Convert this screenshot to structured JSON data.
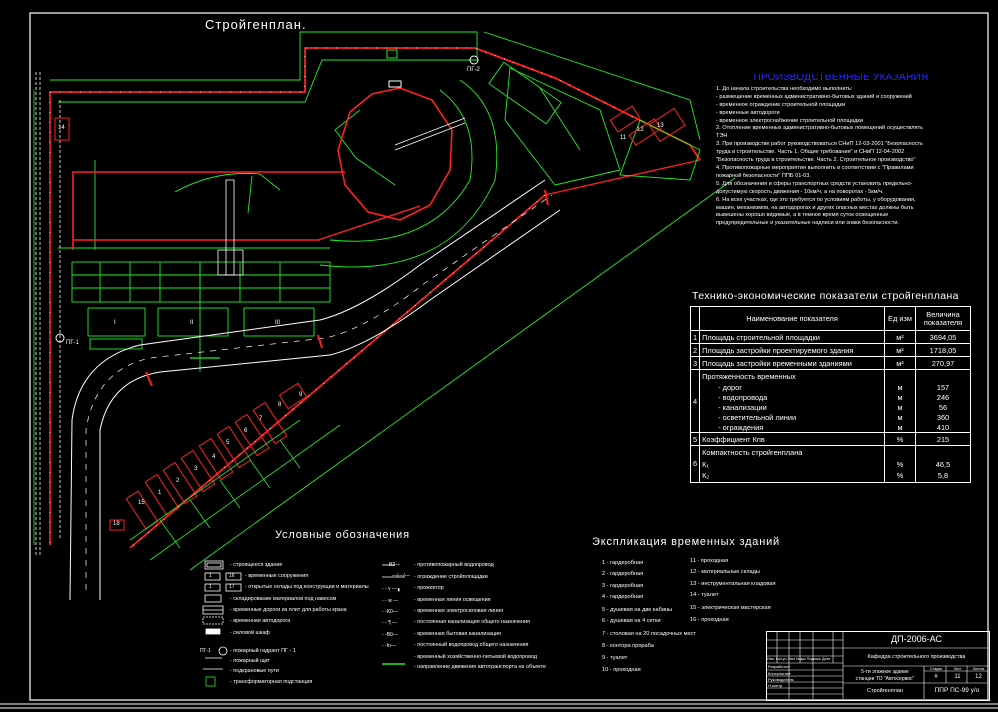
{
  "plan": {
    "title": "Стройгенплан.",
    "labels": {
      "pg1": "ПГ-1",
      "pg2": "ПГ-2",
      "b14": "14",
      "b18": "18",
      "b11": "11",
      "b12": "12",
      "b13": "13",
      "b15": "15",
      "b1": "1",
      "b2": "2",
      "b3": "3",
      "b4": "4",
      "b5": "5",
      "b6": "6",
      "b7": "7",
      "b8": "8",
      "b9": "9",
      "tI": "I",
      "tII": "II",
      "tIII": "III"
    }
  },
  "notes": {
    "title": "ПРОИЗВОДСТВЕННЫЕ УКАЗАНИЯ",
    "lines": [
      "1. До начала строительства необходимо выполнить:",
      "  - размещение временных административно-бытовых зданий и сооружений",
      "  - временное ограждение строительной площадки",
      "  - временные автодороги",
      "  - временное электроснабжение строительной площадки",
      "2. Отопление временных административно-бытовых помещений осуществлять",
      "ТЭН",
      "3. При производстве работ руководствоваться СНиП 12-03-2001 \"Безопасность",
      "труда в строительстве. Часть 1. Общие требования\" и СНиП 12-04-2002",
      "\"Безопасность труда в строительстве. Часть 2. Строительное производство\"",
      "4. Противопожарные мероприятия выполнить в соответствии с \"Правилами",
      "пожарной безопасности\" ППБ 01-03.",
      "5. Для обозначения и сферы транспортных средств установить предельно-",
      "допустимую скорость движения - 10км/ч, а на поворотах - 5км/ч.",
      "6. На всех участках, где это требуется по условиям работы, у оборудования,",
      "машин, механизмов, на автодорогах и других опасных местах должны быть",
      "вывешены хорошо видимые, а в темное время суток освещенные",
      "предупредительные и указательные надписи или знаки безопасности."
    ]
  },
  "tep": {
    "title": "Технико-экономические показатели стройгенплана",
    "headers": [
      "Наименование показателя",
      "Ед изм",
      "Величина показателя"
    ],
    "rows": [
      {
        "n": "1",
        "name": "Площадь строительной площадки",
        "unit": "м²",
        "value": "3694,05"
      },
      {
        "n": "2",
        "name": "Площадь застройки проектируемого здания",
        "unit": "м²",
        "value": "1718,05"
      },
      {
        "n": "3",
        "name": "Площадь застройки временными зданиями",
        "unit": "м²",
        "value": "270,97"
      }
    ],
    "row4": {
      "n": "4",
      "name": "Протяженность временных",
      "items": [
        {
          "name": "- дорог",
          "unit": "м",
          "value": "157"
        },
        {
          "name": "- водопровода",
          "unit": "м",
          "value": "246"
        },
        {
          "name": "- канализации",
          "unit": "м",
          "value": "56"
        },
        {
          "name": "- осветительной линии",
          "unit": "м",
          "value": "360"
        },
        {
          "name": "- ограждения",
          "unit": "м",
          "value": "410"
        }
      ]
    },
    "row5": {
      "n": "5",
      "name": "Коэффициент Кпв",
      "unit": "%",
      "value": "215"
    },
    "row6": {
      "n": "6",
      "name": "Компактность стройгенплана",
      "items": [
        {
          "name": "К₁",
          "unit": "%",
          "value": "46,5"
        },
        {
          "name": "К₂",
          "unit": "%",
          "value": "5,8"
        }
      ]
    }
  },
  "legend": {
    "title": "Условные обозначения",
    "left": [
      "- строящееся здание",
      "- временные сооружения",
      "- открытые склады под конструкции и материалы",
      "- складирование материалов под навесом",
      "- временные дороги из плит для работы крана",
      "- временная автодорога",
      "- силовой шкаф",
      "- пожарный гидрант ПГ - 1",
      "- пожарный щит",
      "- подкрановые пути",
      "- трансформаторная подстанция"
    ],
    "sym_labels": {
      "b1": "1",
      "b16": "16",
      "b17": "17",
      "pg": "ПГ-1"
    },
    "right": [
      "- противопожарный водопровод",
      "- ограждение стройплощадки",
      "- прожектор",
      "- временная линия освещения",
      "- временная электросиловая линия",
      "- постоянная канализация общего назначения",
      "- временная бытовая канализация",
      "- постоянный водопровод общего назначения",
      "- временный хозяйственно-питьевой водопровод",
      "- направление движения автотранспорта на объекте"
    ],
    "right_codes": [
      "—В2—",
      "—/—/—",
      "",
      "- - v —",
      "- - w —",
      "- -K0—",
      "- - ¶ —",
      "- -B0—",
      "- -In—",
      ""
    ]
  },
  "explication": {
    "title": "Экспликация временных зданий",
    "items": [
      "1 - гардеробная",
      "2 - гардеробная",
      "3 - гардеробная",
      "4 - гардеробная",
      "5 - душевая на две кабины",
      "6 - душевая на 4 сетки",
      "7 - столовая на 20 посадочных мест",
      "8 - контора прораба",
      "9 - туалет",
      "10 - проходная",
      "11 - проходная",
      "12 - материальные склады",
      "13 - инструментальная кладовая",
      "14 - туалет",
      "15 - электрическая мастерская",
      "16 - проходная"
    ]
  },
  "title_block": {
    "code": "ДП-2006-АС",
    "department": "Кафедра строительного производства",
    "project": "5-ти этажное здание",
    "project2": "станции ТО \"Автосервис\"",
    "sheet_name": "Стройгенплан",
    "doc": "ППР ПС-99 у/о",
    "stage_h": "Стадия",
    "sheet_h": "Лист",
    "sheets_h": "Листов",
    "stage": "#",
    "sheet": "11",
    "sheets": "12",
    "rev_header": "Изм. Кол.уч Лист №док Подпись Дата",
    "roles": [
      "Разработал",
      "Консультант",
      "Руководитель",
      "Н.контр."
    ]
  },
  "colors": {
    "red": "#ff2020",
    "green": "#22ee22",
    "white": "#ffffff",
    "blue": "#2a2aff"
  }
}
